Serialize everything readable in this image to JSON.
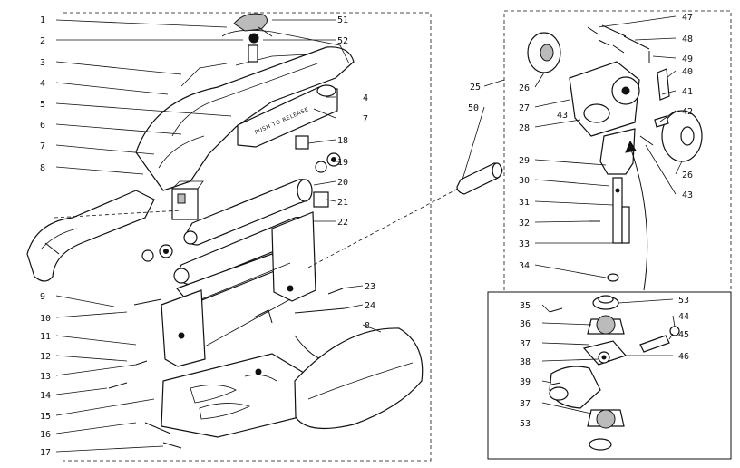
{
  "imprint_text": "PUSH TO RELEASE",
  "labels": {
    "l1": "1",
    "l2": "2",
    "l3": "3",
    "l4": "4",
    "l5": "5",
    "l6": "6",
    "l7": "7",
    "l8": "8",
    "l9": "9",
    "l10": "10",
    "l11": "11",
    "l12": "12",
    "l13": "13",
    "l14": "14",
    "l15": "15",
    "l16": "16",
    "l17": "17",
    "r51": "51",
    "r52": "52",
    "r4": "4",
    "r7": "7",
    "r18": "18",
    "r19": "19",
    "r20": "20",
    "r21": "21",
    "r22": "22",
    "r23": "23",
    "r24": "24",
    "r8": "8",
    "m25": "25",
    "m50": "50",
    "c26a": "26",
    "c27": "27",
    "c28": "28",
    "c29": "29",
    "c30": "30",
    "c31": "31",
    "c32": "32",
    "c33": "33",
    "c34": "34",
    "x47": "47",
    "x48": "48",
    "x49": "49",
    "x40": "40",
    "x41": "41",
    "x42": "42",
    "x26b": "26",
    "x43": "43",
    "x43b": "43",
    "b35": "35",
    "b36": "36",
    "b37a": "37",
    "b38": "38",
    "b39": "39",
    "b37b": "37",
    "b53b": "53",
    "b53a": "53",
    "b44": "44",
    "b45": "45",
    "b46": "46"
  }
}
